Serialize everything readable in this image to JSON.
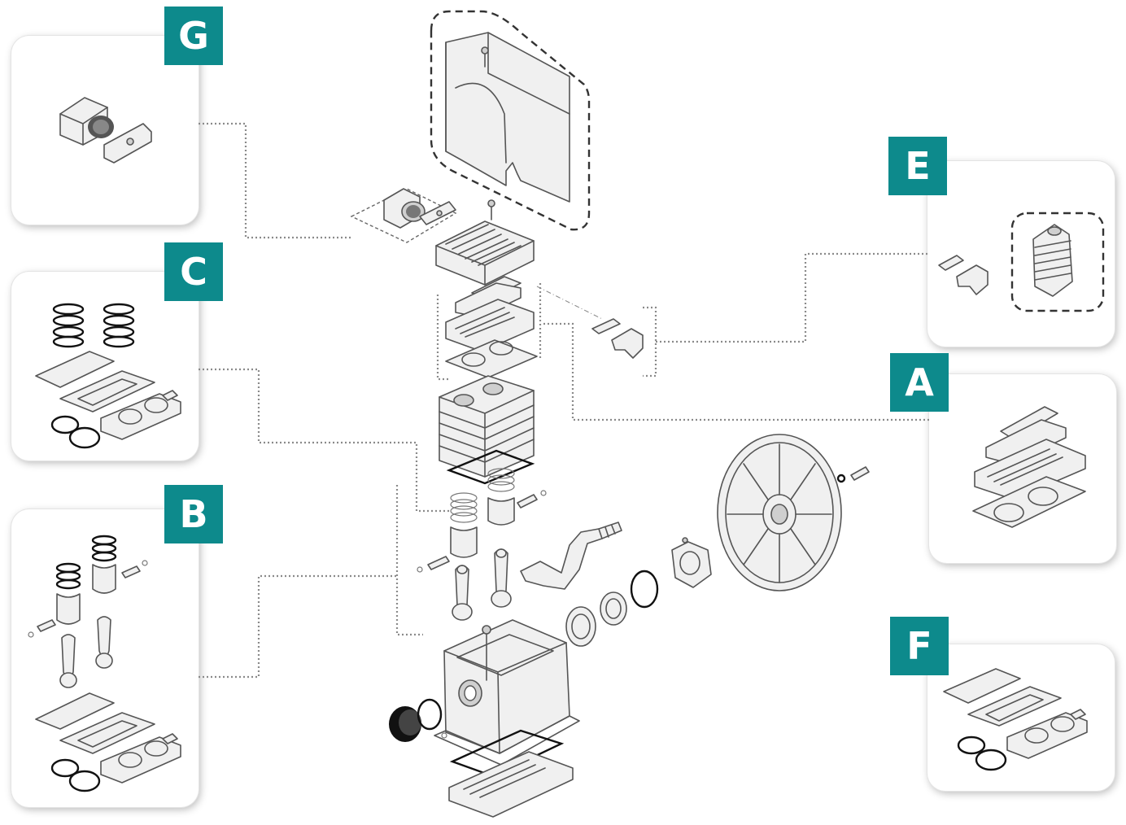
{
  "colors": {
    "badge": "#0d8a8c",
    "badge_text": "#ffffff"
  },
  "callouts": [
    {
      "id": "G",
      "label": "G"
    },
    {
      "id": "C",
      "label": "C"
    },
    {
      "id": "B",
      "label": "B"
    },
    {
      "id": "E",
      "label": "E"
    },
    {
      "id": "A",
      "label": "A"
    },
    {
      "id": "F",
      "label": "F"
    }
  ]
}
